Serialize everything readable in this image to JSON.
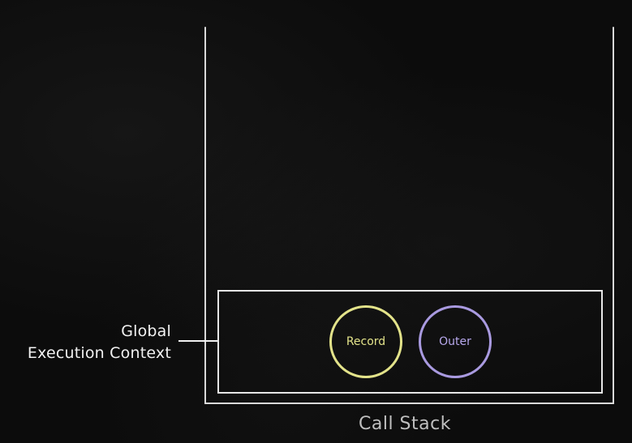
{
  "diagram": {
    "stack_title": "Call Stack",
    "frame": {
      "label_line1": "Global",
      "label_line2": "Execution Context",
      "items": [
        {
          "label": "Record",
          "color": "#e3e38a"
        },
        {
          "label": "Outer",
          "color": "#a99ae0"
        }
      ]
    }
  },
  "colors": {
    "background": "#0c0c0c",
    "stroke": "#e6e6e6"
  }
}
